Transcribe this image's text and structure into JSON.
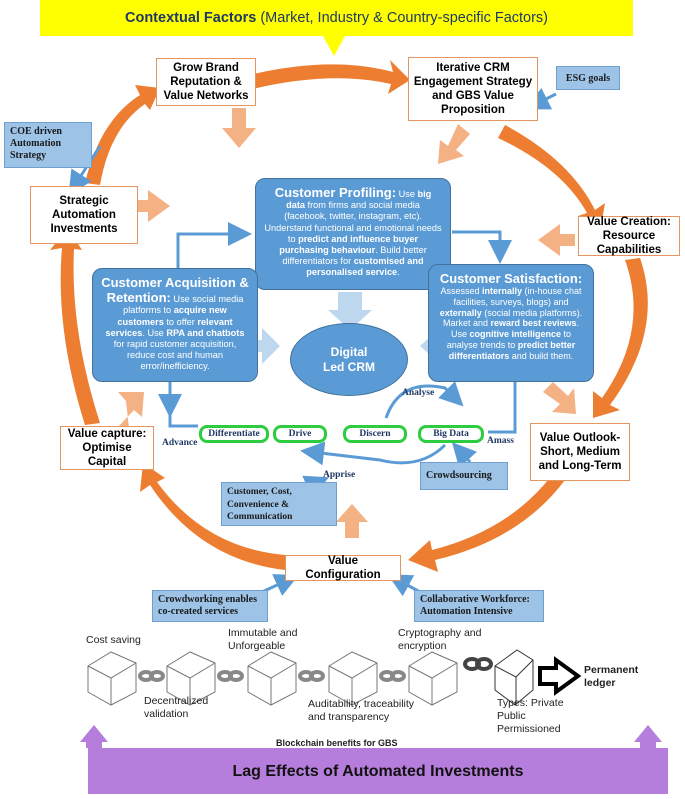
{
  "top_banner": {
    "bold": "Contextual Factors",
    "rest": " (Market, Industry & Country-specific Factors)"
  },
  "cycle_nodes": {
    "grow_brand": "Grow Brand Reputation & Value Networks",
    "iterative_crm": "Iterative CRM Engagement Strategy and GBS Value Proposition",
    "value_creation": "Value Creation: Resource Capabilities",
    "value_outlook": "Value Outlook-Short, Medium and Long-Term",
    "value_configuration": "Value Configuration",
    "value_capture": "Value capture: Optimise Capital",
    "strategic_automation": "Strategic Automation Investments"
  },
  "notes": {
    "esg": "ESG goals",
    "coe": "COE driven Automation Strategy",
    "customer_cost": "Customer, Cost, Convenience & Communication",
    "crowdsourcing": "Crowdsourcing",
    "crowdworking": "Crowdworking enables co-created services",
    "collaborative": "Collaborative Workforce: Automation Intensive"
  },
  "profiling": {
    "title": "Customer Profiling:",
    "t1": " Use ",
    "b1": "big data",
    "t2": " from firms and social media (facebook, twitter, instagram, etc). Understand functional and emotional needs to ",
    "b2": "predict and influence buyer purchasing behaviour",
    "t3": ". Build better differentiators for ",
    "b3": "customised and personalised service",
    "t4": "."
  },
  "acquisition": {
    "title": "Customer Acquisition & Retention:",
    "t1": " Use social media platforms to ",
    "b1": "acquire new customers",
    "t2": " to offer ",
    "b2": "relevant services",
    "t3": ". Use ",
    "b3": "RPA and chatbots",
    "t4": " for rapid customer acquisition, reduce cost and human error/inefficiency."
  },
  "satisfaction": {
    "title": "Customer Satisfaction:",
    "t1": " Assessed ",
    "b1": "internally",
    "t2": " (in-house chat facilities, surveys, blogs) and ",
    "b2": "externally",
    "t3": " (social media platforms). Market and ",
    "b3": "reward best reviews",
    "t4": ". Use ",
    "b4": "cognitive intelligence",
    "t5": " to analyse trends to ",
    "b5": "predict better differentiators",
    "t6": " and build them."
  },
  "center": "Digital Led CRM",
  "pipeline": {
    "steps": [
      "Differentiate",
      "Drive",
      "Discern",
      "Big Data"
    ],
    "advance": "Advance",
    "amass": "Amass",
    "analyse": "Analyse",
    "apprise": "Apprise"
  },
  "blockchain": {
    "cost_saving": "Cost saving",
    "immutable": "Immutable and Unforgeable",
    "crypto": "Cryptography and encryption",
    "permanent": "Permanent ledger",
    "decentralized": "Decentralized validation",
    "auditability": "Auditability, traceability and transparency",
    "types": "Types: Private Public Permissioned",
    "caption": "Blockchain benefits for GBS"
  },
  "bottom_banner": "Lag Effects of Automated Investments",
  "colors": {
    "orange": "#ed7d31",
    "light_orange": "#f4b183",
    "blue": "#5b9bd5",
    "note_blue": "#9dc3e6",
    "green": "#2ecc40",
    "yellow": "#ffff00",
    "purple": "#b57edc"
  }
}
